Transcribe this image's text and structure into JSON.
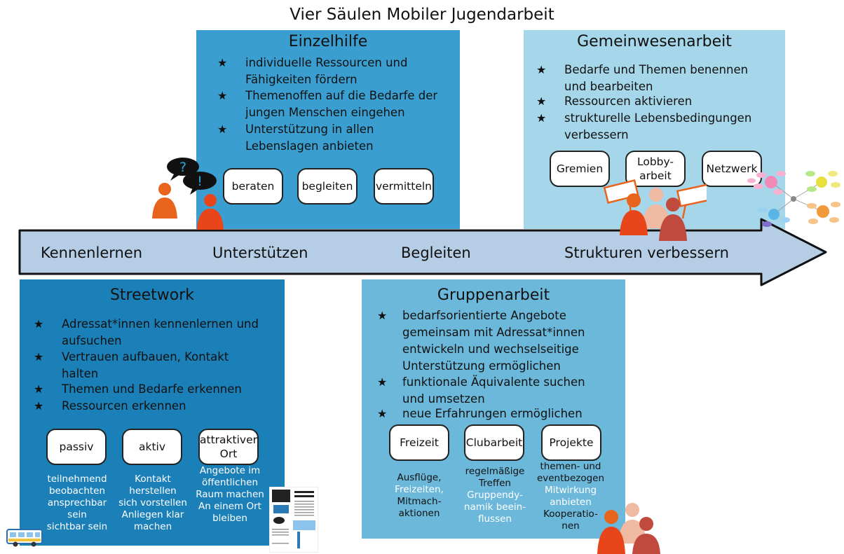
{
  "title": "Vier Säulen Mobiler Jugendarbeit",
  "arrow": {
    "stages": [
      "Kennenlernen",
      "Unterstützen",
      "Begleiten",
      "Strukturen verbessern"
    ]
  },
  "einzelhilfe": {
    "heading": "Einzelhilfe",
    "bullets": [
      [
        "individuelle Ressourcen und",
        "Fähigkeiten fördern"
      ],
      [
        "Themenoffen auf die Bedarfe der",
        "jungen Menschen eingehen"
      ],
      [
        "Unterstützung in allen",
        "Lebenslagen anbieten"
      ]
    ],
    "buttons": [
      "beraten",
      "begleiten",
      "vermitteln"
    ]
  },
  "gemeinwesen": {
    "heading": "Gemeinwesenarbeit",
    "bullets": [
      [
        "Bedarfe und Themen benennen",
        "und bearbeiten"
      ],
      [
        "Ressourcen aktivieren"
      ],
      [
        "strukturelle Lebensbedingungen",
        "verbessern"
      ]
    ],
    "buttons": [
      "Gremien",
      "Lobby-",
      "arbeit",
      "Netzwerk"
    ]
  },
  "streetwork": {
    "heading": "Streetwork",
    "bullets": [
      [
        "Adressat*innen kennenlernen und",
        "aufsuchen"
      ],
      [
        "Vertrauen aufbauen, Kontakt",
        "halten"
      ],
      [
        "Themen und Bedarfe erkennen"
      ],
      [
        "Ressourcen erkennen"
      ]
    ],
    "buttons": [
      "passiv",
      "aktiv",
      "attraktiver",
      "Ort"
    ],
    "sub": [
      [
        "teilnehmend",
        "beobachten",
        "ansprechbar",
        "sein",
        "sichtbar sein"
      ],
      [
        "Kontakt",
        "herstellen",
        "sich vorstellen",
        "Anliegen klar",
        "machen"
      ],
      [
        "Angebote im",
        "öffentlichen",
        "Raum machen",
        "An einem Ort",
        "bleiben"
      ]
    ]
  },
  "gruppenarbeit": {
    "heading": "Gruppenarbeit",
    "bullets": [
      [
        "bedarfsorientierte Angebote",
        "gemeinsam mit Adressat*innen",
        "entwickeln und wechselseitige",
        "Unterstützung ermöglichen"
      ],
      [
        "funktionale Äquivalente suchen",
        "und umsetzen"
      ],
      [
        "neue Erfahrungen ermöglichen"
      ]
    ],
    "buttons": [
      "Freizeit",
      "Clubarbeit",
      "Projekte"
    ],
    "sub": [
      [
        "Ausflüge,",
        "Freizeiten,",
        "Mitmach-",
        "aktionen"
      ],
      [
        "regelmäßige",
        "Treffen",
        "Gruppendy-",
        "namik beein-",
        "flussen"
      ],
      [
        "themen- und",
        "eventbezogen",
        "Mitwirkung",
        "anbieten",
        "Kooperatio-",
        "nen"
      ]
    ]
  },
  "speech": [
    "?",
    "!"
  ],
  "colors": {
    "einzelhilfe": "#3a9fd0",
    "gemeinwesen": "#a6d6ea",
    "streetwork": "#1c80b8",
    "gruppenarbeit": "#6bb8da",
    "arrow": "#b6cde6",
    "figure_orange": "#e8641c",
    "figure_red": "#e8461a",
    "figure_peach": "#efb9a2",
    "figure_darkred": "#c04a3e"
  }
}
